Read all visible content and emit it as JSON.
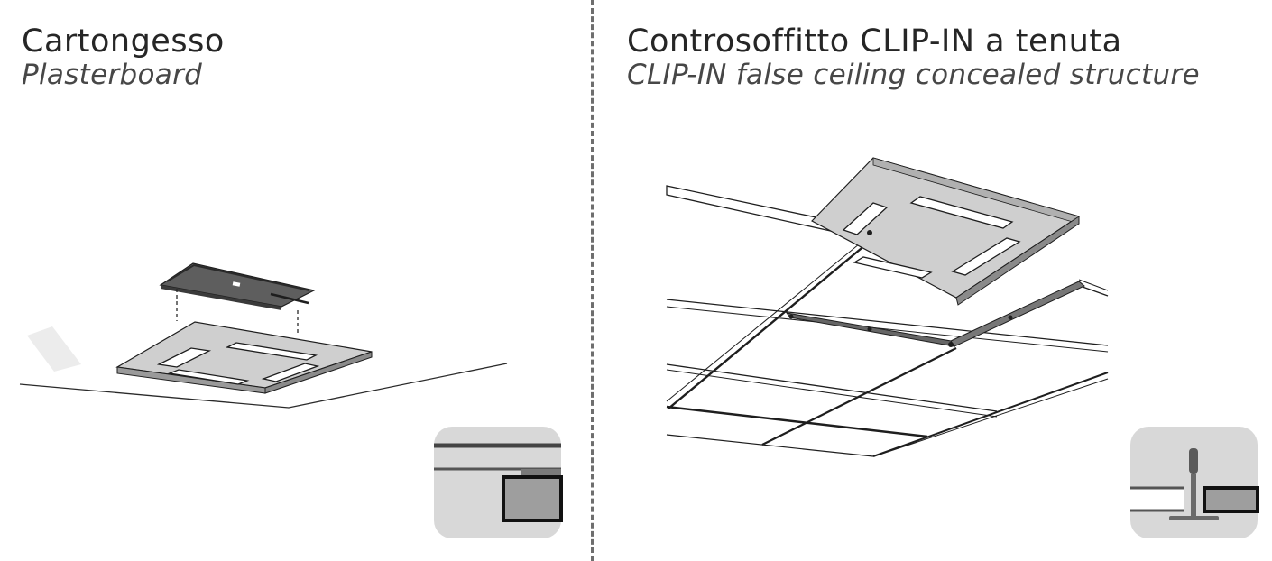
{
  "panels": [
    {
      "title": "Cartongesso",
      "subtitle": "Plasterboard",
      "detail_icon": "plasterboard-section-detail-icon"
    },
    {
      "title": "Controsoffitto CLIP-IN a tenuta",
      "subtitle": "CLIP-IN false ceiling concealed structure",
      "detail_icon": "clip-in-t-profile-section-detail-icon"
    }
  ],
  "colors": {
    "line": "#1e1e1e",
    "panel_face": "#cfcfcf",
    "panel_edge": "#9a9a9a",
    "detail_bg": "#d8d8d8",
    "divider": "#6e6e6e",
    "bracket": "#5a5a5a"
  }
}
